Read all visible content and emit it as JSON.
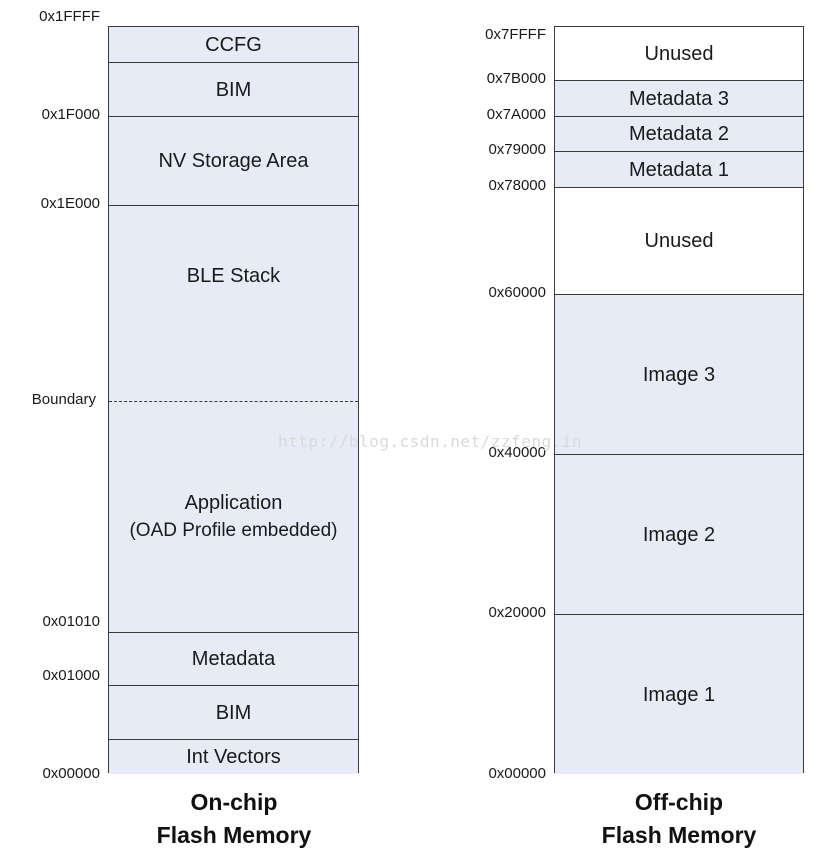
{
  "onchip": {
    "title_line1": "On-chip",
    "title_line2": "Flash Memory",
    "regions": [
      {
        "label": "CCFG",
        "fill": "#e6ebf5"
      },
      {
        "label": "BIM",
        "fill": "#e6ebf5"
      },
      {
        "label": "NV Storage Area",
        "fill": "#e6ebf5"
      },
      {
        "label": "BLE Stack",
        "fill": "#e6ebf5"
      },
      {
        "label": "Application",
        "sublabel": "(OAD Profile embedded)",
        "fill": "#e6ebf5"
      },
      {
        "label": "Metadata",
        "fill": "#e6ebf5"
      },
      {
        "label": "BIM",
        "fill": "#e6ebf5"
      },
      {
        "label": "Int Vectors",
        "fill": "#e6ebf5"
      }
    ],
    "addresses": [
      "0x1FFFF",
      "0x1F000",
      "0x1E000",
      "Boundary",
      "0x01010",
      "0x01000",
      "0x00000"
    ]
  },
  "offchip": {
    "title_line1": "Off-chip",
    "title_line2": "Flash Memory",
    "regions": [
      {
        "label": "Unused",
        "fill": "#ffffff"
      },
      {
        "label": "Metadata 3",
        "fill": "#e6ebf5"
      },
      {
        "label": "Metadata 2",
        "fill": "#e6ebf5"
      },
      {
        "label": "Metadata 1",
        "fill": "#e6ebf5"
      },
      {
        "label": "Unused",
        "fill": "#ffffff"
      },
      {
        "label": "Image 3",
        "fill": "#e6ebf5"
      },
      {
        "label": "Image 2",
        "fill": "#e6ebf5"
      },
      {
        "label": "Image 1",
        "fill": "#e6ebf5"
      }
    ],
    "addresses": [
      "0x7FFFF",
      "0x7B000",
      "0x7A000",
      "0x79000",
      "0x78000",
      "0x60000",
      "0x40000",
      "0x20000",
      "0x00000"
    ]
  },
  "watermark": "http://blog.csdn.net/zzfeng.in"
}
